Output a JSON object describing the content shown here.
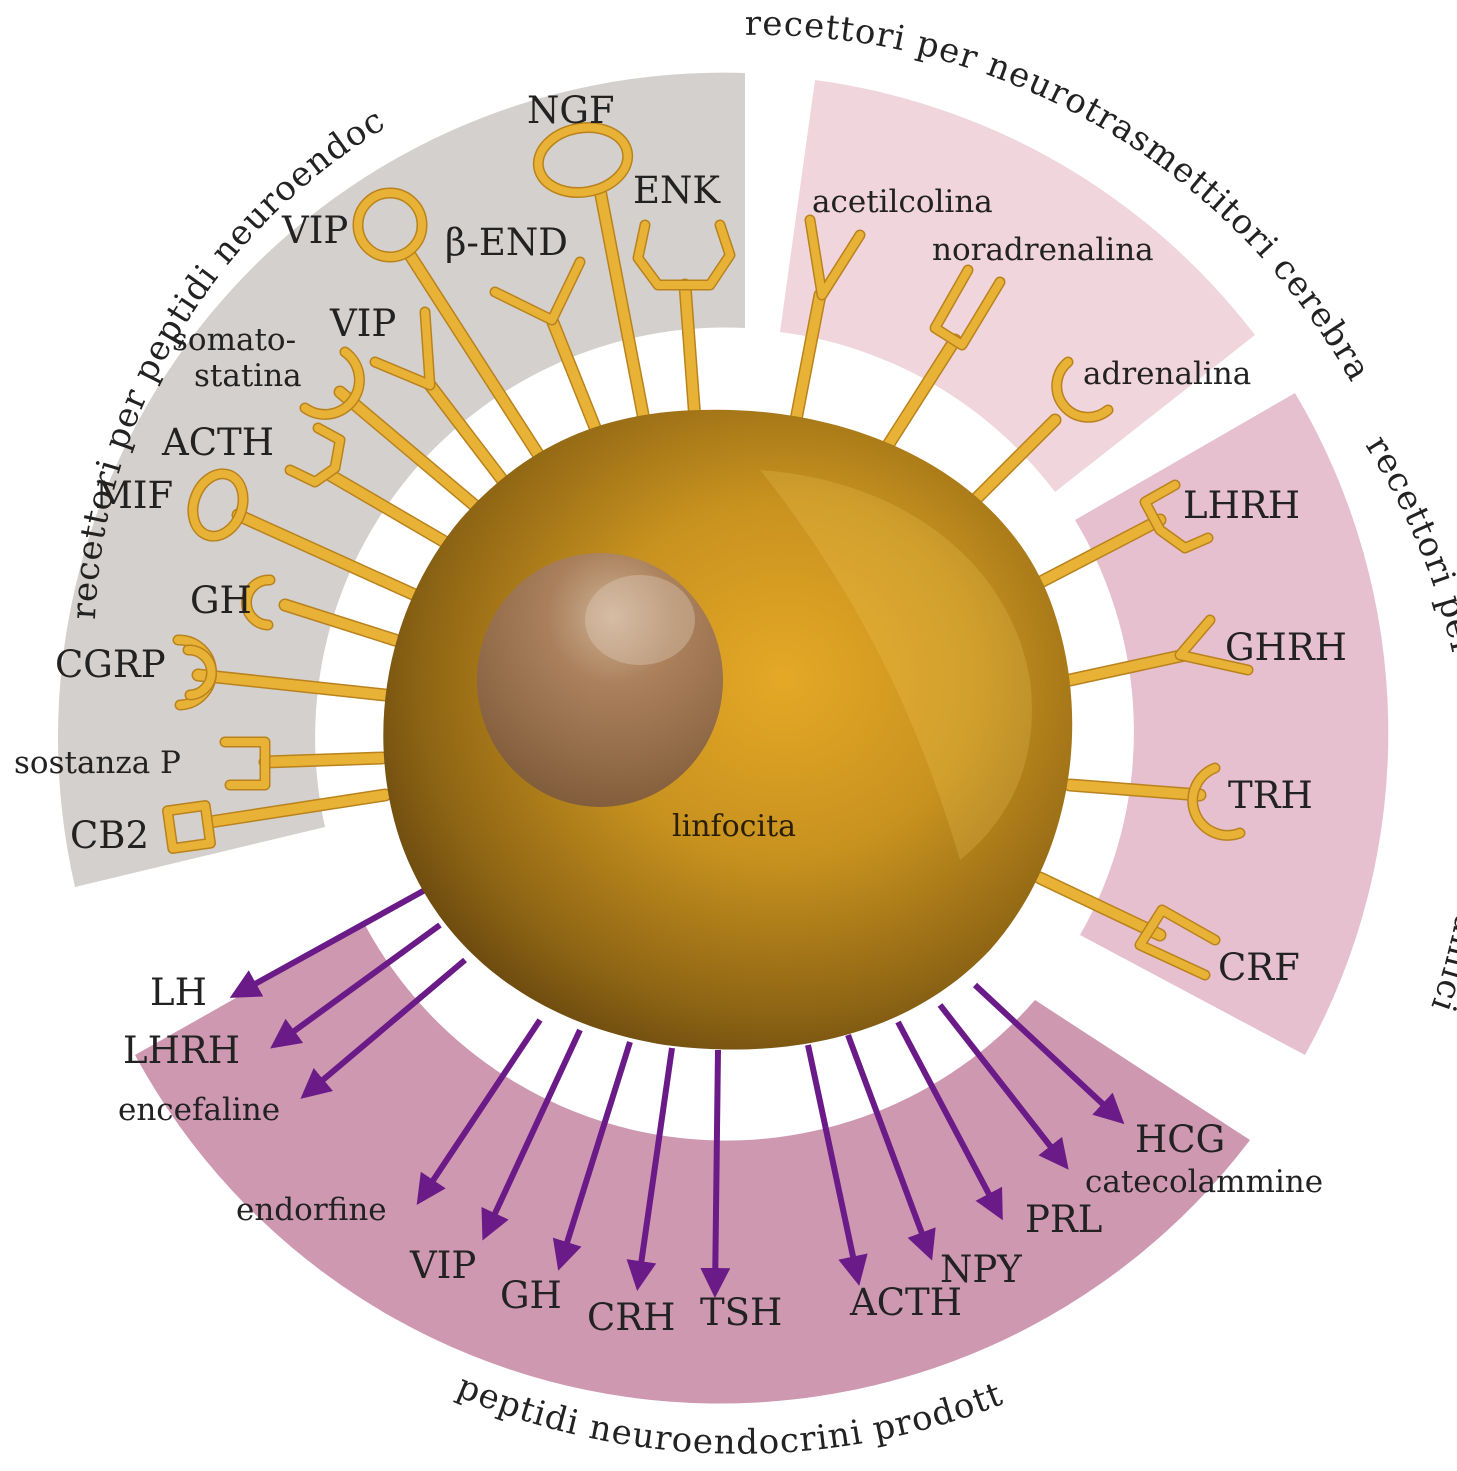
{
  "sectors": {
    "neuroendocrine": {
      "title": "recettori per peptidi neuroendocrini",
      "color": "#d3d0cd"
    },
    "neurotransmitters": {
      "title": "recettori per neurotrasmettitori cerebrali",
      "color": "#f0d5dc"
    },
    "hypothalamic": {
      "title": "recettori per ormoni ipotalamici",
      "color": "#e6c0ce"
    },
    "produced": {
      "title": "peptidi neuroendocrini prodotti",
      "color": "#cf98b1"
    }
  },
  "cell": {
    "label": "linfocita",
    "color": "#b8891c",
    "nucleus_color": "#8c6a4a"
  },
  "receptors": {
    "ngf": "NGF",
    "enk": "ENK",
    "beta_end": "β-END",
    "vip_top": "VIP",
    "vip_mid": "VIP",
    "somatostatina_1": "somato-",
    "somatostatina_2": "statina",
    "acth": "ACTH",
    "mif": "MIF",
    "gh": "GH",
    "cgrp": "CGRP",
    "sostanza_p": "sostanza P",
    "cb2": "CB2",
    "acetilcolina": "acetilcolina",
    "noradrenalina": "noradrenalina",
    "adrenalina": "adrenalina",
    "lhrh": "LHRH",
    "ghrh": "GHRH",
    "trh": "TRH",
    "crf": "CRF"
  },
  "products": {
    "lh": "LH",
    "lhrh": "LHRH",
    "encefaline": "encefaline",
    "endorfine": "endorfine",
    "vip": "VIP",
    "gh": "GH",
    "crh": "CRH",
    "tsh": "TSH",
    "acth": "ACTH",
    "npy": "NPY",
    "prl": "PRL",
    "hcg": "HCG",
    "catecolammine": "catecolammine"
  },
  "arrow_color": "#6a1b87",
  "receptor_color": "#e8b236"
}
